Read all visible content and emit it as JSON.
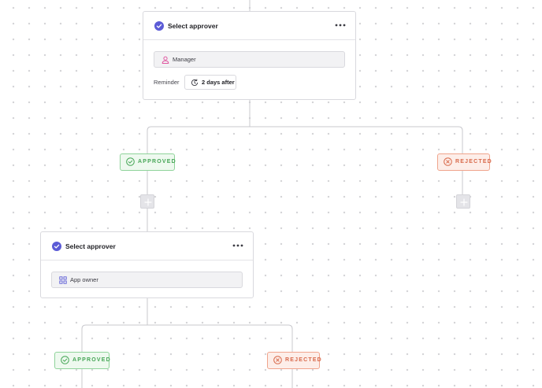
{
  "cards": [
    {
      "title": "Select approver",
      "field": "Manager",
      "field_icon": "user-icon",
      "reminder_label": "Reminder",
      "reminder_value": "2 days after",
      "reminder_icon": "refresh-clock-icon"
    },
    {
      "title": "Select approver",
      "field": "App owner",
      "field_icon": "grid-apps-icon"
    }
  ],
  "badges": {
    "approved": "APPROVED",
    "rejected": "REJECTED"
  },
  "colors": {
    "accent": "#5b5bd6",
    "approved_text": "#46a656",
    "approved_bg": "#eef9ef",
    "rejected_text": "#d8694a",
    "rejected_bg": "#fdeee9",
    "user_icon": "#e056a0"
  }
}
